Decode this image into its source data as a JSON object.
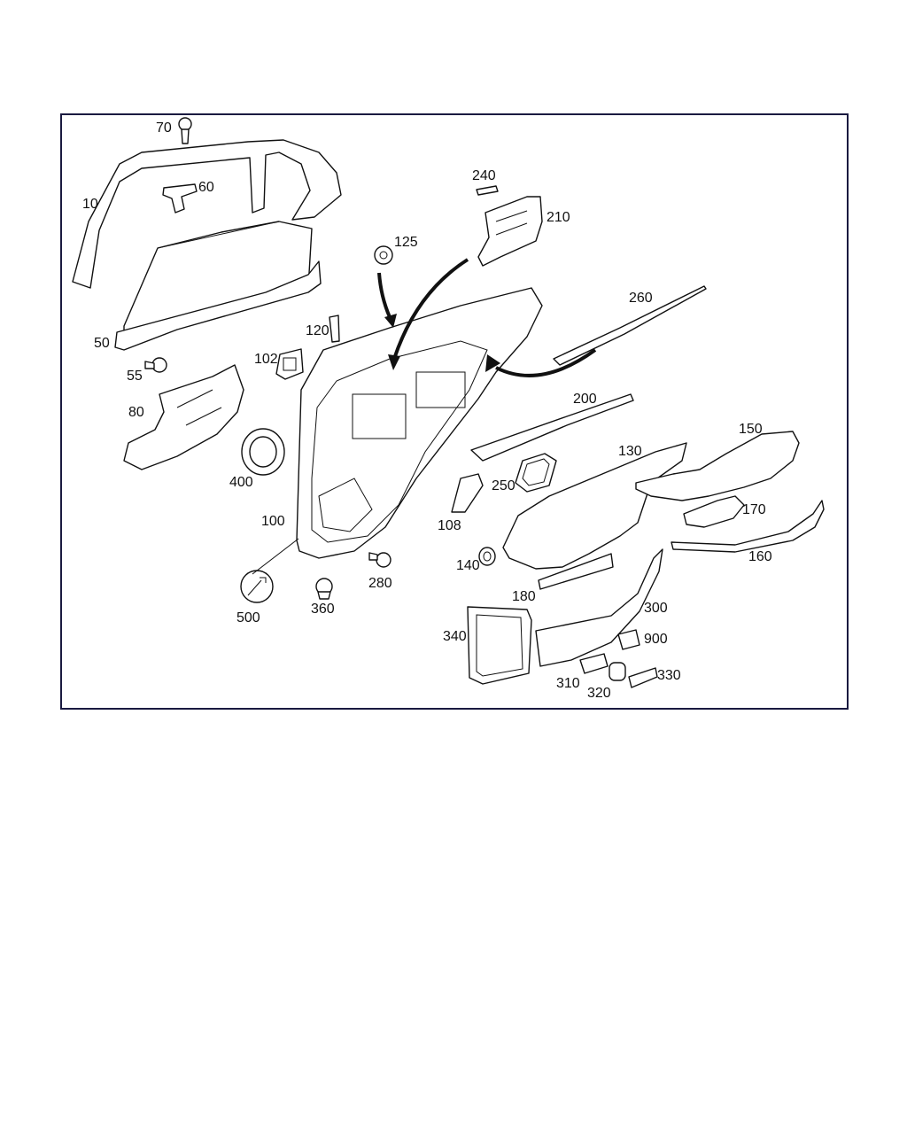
{
  "diagram": {
    "labels": {
      "p10": "10",
      "p50": "50",
      "p55": "55",
      "p60": "60",
      "p70": "70",
      "p80": "80",
      "p100": "100",
      "p102": "102",
      "p108": "108",
      "p120": "120",
      "p125": "125",
      "p130": "130",
      "p140": "140",
      "p150": "150",
      "p160": "160",
      "p170": "170",
      "p180": "180",
      "p200": "200",
      "p210": "210",
      "p240": "240",
      "p250": "250",
      "p260": "260",
      "p280": "280",
      "p300": "300",
      "p310": "310",
      "p320": "320",
      "p330": "330",
      "p340": "340",
      "p360": "360",
      "p400": "400",
      "p500": "500",
      "p900": "900"
    }
  },
  "colors": {
    "frame": "#1a1a40",
    "line": "#111111",
    "background": "#ffffff"
  }
}
